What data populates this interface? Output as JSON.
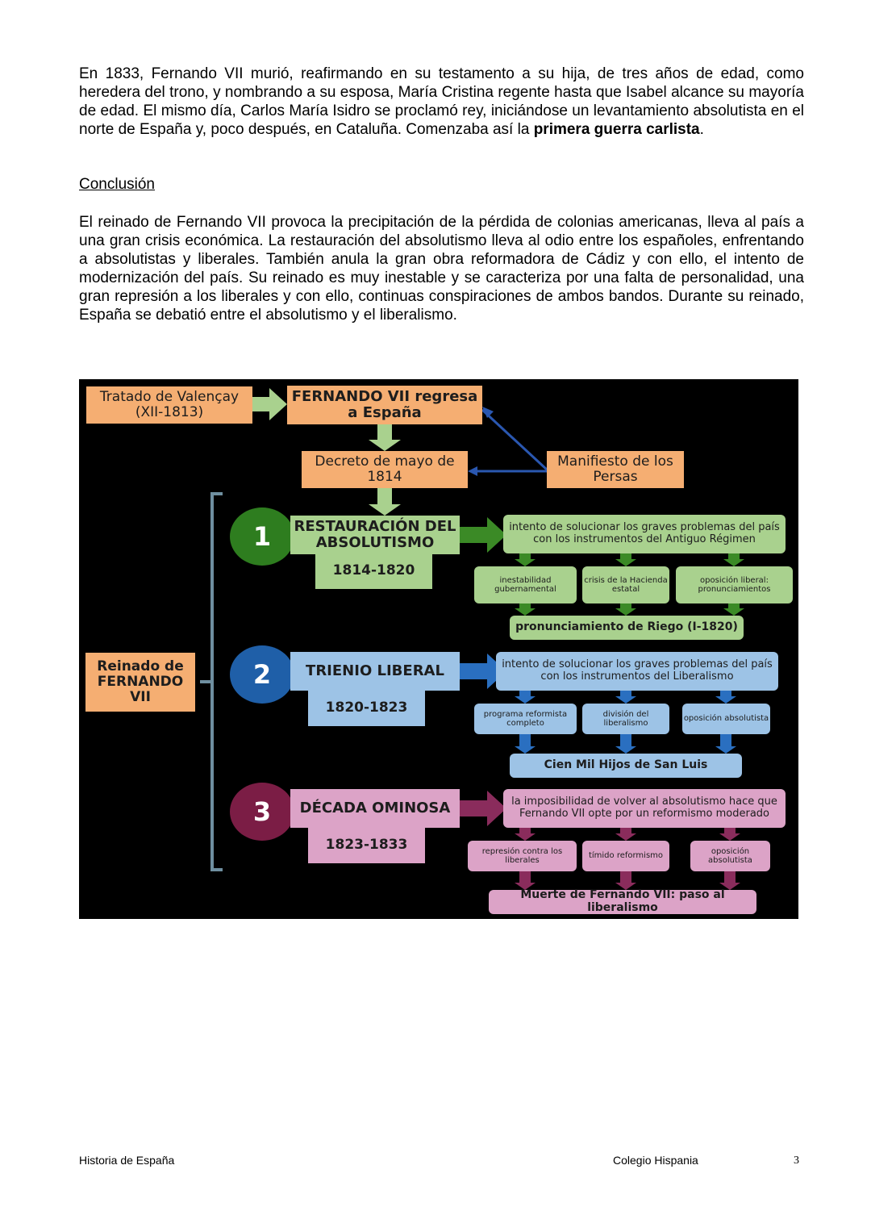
{
  "paragraph1": {
    "text": "En 1833, Fernando VII murió, reafirmando en su testamento a su hija, de tres años de edad, como heredera del trono, y nombrando a su esposa, María Cristina regente hasta que Isabel alcance su mayoría de edad. El mismo día, Carlos María Isidro se proclamó rey, iniciándose un levantamiento absolutista en el norte de España y, poco después, en Cataluña. Comenzaba así la ",
    "bold": "primera guerra carlista",
    "end": "."
  },
  "conclusion": {
    "heading": "Conclusión",
    "text": "El reinado de Fernando VII provoca la precipitación de la pérdida de colonias americanas, lleva al país a una gran crisis económica. La restauración del absolutismo lleva al odio entre los españoles, enfrentando a absolutistas y liberales. También anula la gran obra reformadora de Cádiz y con ello, el intento de modernización del país. Su reinado es muy inestable y se caracteriza por una falta de personalidad, una gran represión a los liberales y con ello, continuas conspiraciones de ambos bandos. Durante su reinado, España se debatió entre el absolutismo y el liberalismo."
  },
  "diagram": {
    "colors": {
      "orange": "#f5ae72",
      "green": "#a9d18e",
      "blue": "#9dc3e6",
      "pink": "#dca3c7",
      "green_circle": "#2e7d1f",
      "blue_circle": "#1f5fa8",
      "pink_circle": "#7b1d45"
    },
    "tratado": "Tratado de Valençay (XII-1813)",
    "fernando": "FERNANDO VII regresa a España",
    "decreto": "Decreto de mayo de 1814",
    "manifiesto": "Manifiesto de los Persas",
    "reinado": "Reinado de FERNANDO VII",
    "stages": [
      {
        "number": "1",
        "title": "RESTAURACIÓN DEL ABSOLUTISMO",
        "years": "1814-1820",
        "intent": "intento de solucionar los graves problemas del país con los instrumentos del Antiguo Régimen",
        "causes": [
          "inestabilidad gubernamental",
          "crisis de la Hacienda estatal",
          "oposición liberal: pronunciamientos"
        ],
        "result": "pronunciamiento de Riego (I-1820)"
      },
      {
        "number": "2",
        "title": "TRIENIO LIBERAL",
        "years": "1820-1823",
        "intent": "intento de solucionar los graves problemas del país con los instrumentos del Liberalismo",
        "causes": [
          "programa reformista completo",
          "división del liberalismo",
          "oposición absolutista"
        ],
        "result": "Cien Mil Hijos de San Luis"
      },
      {
        "number": "3",
        "title": "DÉCADA OMINOSA",
        "years": "1823-1833",
        "intent": "la imposibilidad de volver al absolutismo hace que Fernando VII opte por un reformismo moderado",
        "causes": [
          "represión contra los liberales",
          "tímido reformismo",
          "oposición absolutista"
        ],
        "result": "Muerte de Fernando VII: paso al liberalismo"
      }
    ]
  },
  "footer": {
    "left": "Historia de España",
    "center": "Colegio Hispania",
    "page": "3"
  }
}
